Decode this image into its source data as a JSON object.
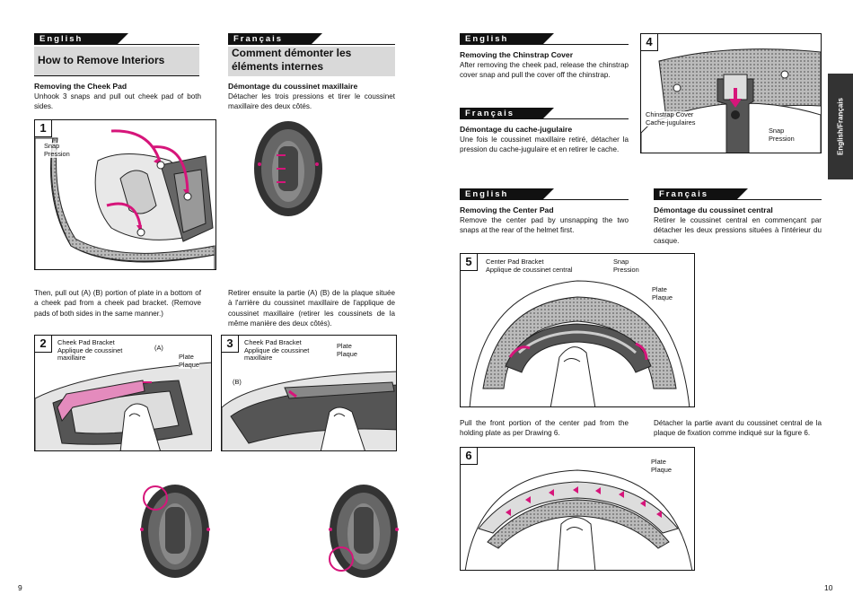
{
  "left_page": {
    "english": {
      "lang_label": "English",
      "section_title": "How to Remove Interiors",
      "heading": "Removing the Cheek Pad",
      "text": "Unhook 3 snaps and pull out cheek pad of both sides.",
      "text2": "Then, pull out (A) (B) portion of plate in a bottom of a cheek pad from a cheek pad bracket. (Remove pads of both sides in the same manner.)"
    },
    "french": {
      "lang_label": "Français",
      "section_title": "Comment démonter les éléments internes",
      "heading": "Démontage du coussinet maxillaire",
      "text": "Détacher les trois pressions et tirer le coussinet maxillaire des deux côtés.",
      "text2": "Retirer ensuite la partie (A) (B) de la plaque située à l'arrière du coussinet maxillaire de l'applique de coussinet maxillaire (retirer les coussinets de la même manière des deux côtés)."
    },
    "fig1": {
      "num": "1",
      "label_snap": "Snap\nPression"
    },
    "fig2": {
      "num": "2",
      "label_bracket": "Cheek Pad Bracket\nApplique de coussinet\nmaxillaire",
      "label_a": "(A)",
      "label_plate": "Plate\nPlaque"
    },
    "fig3": {
      "num": "3",
      "label_bracket": "Cheek Pad Bracket\nApplique de coussinet\nmaxillaire",
      "label_b": "(B)",
      "label_plate": "Plate\nPlaque"
    },
    "page_number": "9"
  },
  "right_page": {
    "chinstrap": {
      "en_lang": "English",
      "en_heading": "Removing the Chinstrap Cover",
      "en_text": "After removing the cheek pad, release the chinstrap cover snap and pull the cover off the chinstrap.",
      "fr_lang": "Français",
      "fr_heading": "Démontage du cache-jugulaire",
      "fr_text": "Une fois le coussinet maxillaire retiré, détacher la pression du cache-jugulaire et en retirer le cache."
    },
    "center": {
      "en_lang": "English",
      "en_heading": "Removing the Center Pad",
      "en_text": "Remove the center pad by unsnapping the two snaps at the rear of the helmet first.",
      "fr_lang": "Français",
      "fr_heading": "Démontage du coussinet central",
      "fr_text": "Retirer le coussinet central en commençant par détacher les deux pressions situées à l'intérieur du casque.",
      "en_text2": "Pull the front portion of the center pad from the holding plate as per Drawing 6.",
      "fr_text2": "Détacher la partie avant du coussinet central de la plaque de fixation comme indiqué sur la figure 6."
    },
    "fig4": {
      "num": "4",
      "label_cover": "Chinstrap Cover\nCache-jugulaires",
      "label_snap": "Snap\nPression"
    },
    "fig5": {
      "num": "5",
      "label_bracket": "Center Pad Bracket\nApplique de coussinet central",
      "label_snap": "Snap\nPression",
      "label_plate": "Plate\nPlaque"
    },
    "fig6": {
      "num": "6",
      "label_plate": "Plate\nPlaque"
    },
    "side_tab": "English/Français",
    "page_number": "10"
  },
  "colors": {
    "accent": "#d6157a",
    "pad": "#555555",
    "gray_box": "#d9d9d9"
  }
}
